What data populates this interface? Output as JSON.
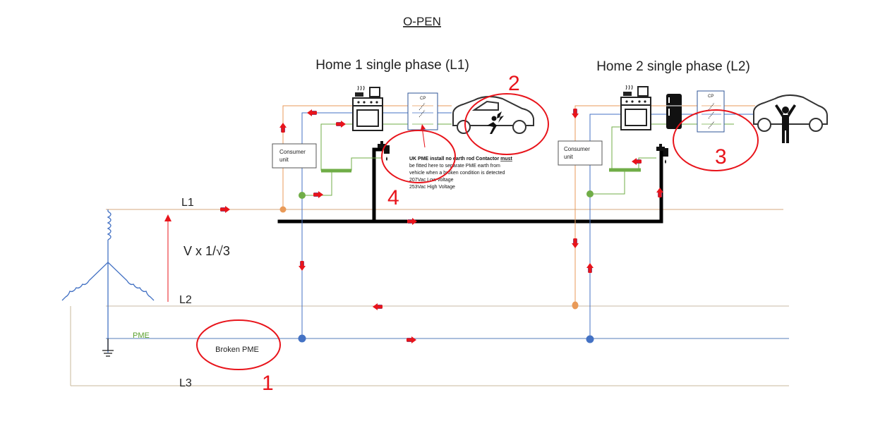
{
  "title": "O-PEN",
  "homes": {
    "home1_label": "Home 1 single phase (L1)",
    "home2_label": "Home 2 single phase (L2)"
  },
  "consumer_unit": {
    "line1": "Consumer",
    "line2": "unit"
  },
  "charge_point_label": "CP",
  "lines": {
    "l1": "L1",
    "l2": "L2",
    "l3": "L3",
    "pme": "PME"
  },
  "voltage_label": "V x 1/√3",
  "broken_pme": "Broken PME",
  "note": {
    "line1_bold": "UK PME install no earth rod Contactor ",
    "line1_must": "must",
    "line2": "be fitted here  to separate PME earth from",
    "line3": "vehicle when a broken condition is detected",
    "line4": "207Vac Low voltage",
    "line5": "253Vac High Voltage"
  },
  "markers": [
    "1",
    "2",
    "3",
    "4"
  ],
  "colors": {
    "phase_l1": "#e99a58",
    "neutral": "#4472c4",
    "earth": "#70ad47",
    "pen_bus": "#000000",
    "arrow": "#e8141b",
    "annotation": "#e8141b",
    "utility_line": "#c8a98a"
  },
  "icons": [
    "cooker-icon",
    "car-icon",
    "electric-shock-icon",
    "person-icon",
    "fridge-icon",
    "tap-icon",
    "earth-ground-icon",
    "transformer-coil-icon"
  ]
}
